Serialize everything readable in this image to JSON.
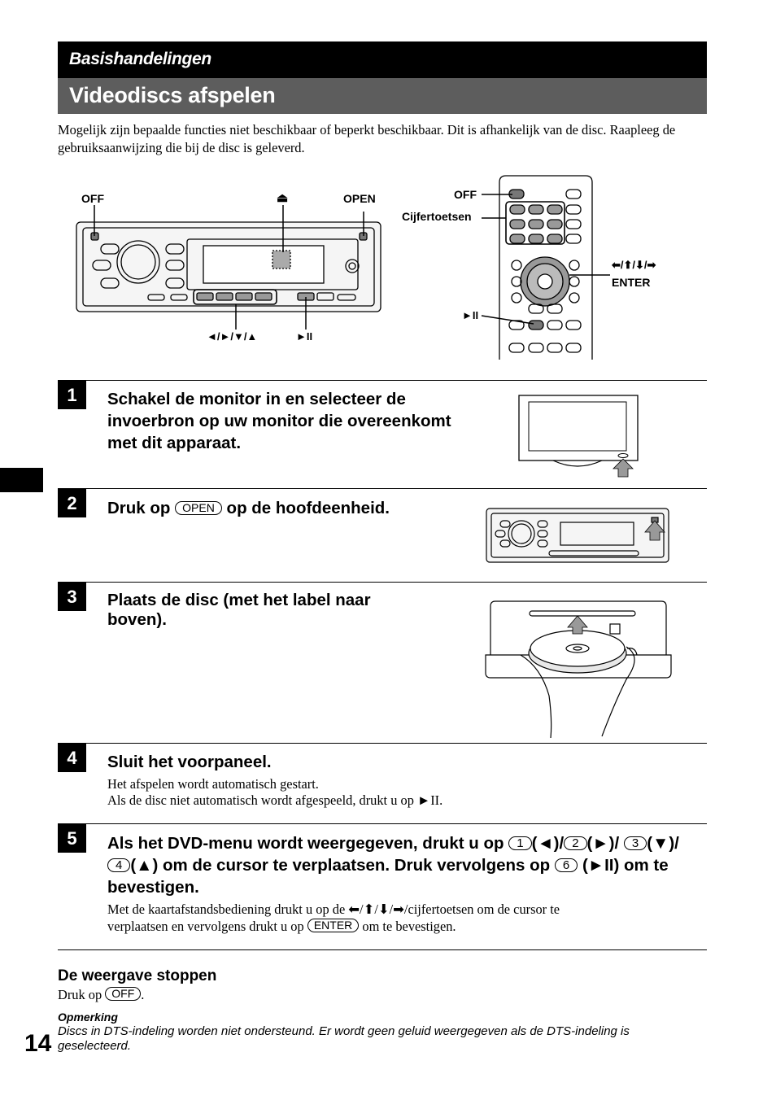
{
  "header": {
    "section": "Basishandelingen",
    "title": "Videodiscs afspelen"
  },
  "intro": "Mogelijk zijn bepaalde functies niet beschikbaar of beperkt beschikbaar. Dit is afhankelijk van de disc. Raapleeg de gebruiksaanwijzing die bij de disc is geleverd.",
  "diagram": {
    "unit_labels": {
      "off": "OFF",
      "eject": "⏏",
      "open": "OPEN",
      "arrows": "◄/►/▼/▲",
      "play_pause": "►II"
    },
    "remote_labels": {
      "off": "OFF",
      "number_keys": "Cijfertoetsen",
      "arrows": "⬅/⬆/⬇/➡",
      "enter": "ENTER",
      "play_pause": "►II"
    }
  },
  "steps": [
    {
      "num": "1",
      "title": "Schakel de monitor in en selecteer de invoerbron op uw monitor die overeenkomt met dit apparaat."
    },
    {
      "num": "2",
      "title_before": "Druk op",
      "key": "OPEN",
      "title_after": "op de hoofdeenheid."
    },
    {
      "num": "3",
      "title": "Plaats de disc (met het label naar boven)."
    },
    {
      "num": "4",
      "title": "Sluit het voorpaneel.",
      "body_line1": "Het afspelen wordt automatisch gestart.",
      "body_line2": "Als de disc niet automatisch wordt afgespeeld, drukt u op ►II."
    },
    {
      "num": "5",
      "title_a": "Als het DVD-menu wordt weergegeven, drukt u op",
      "k1": "1",
      "s1": "(◄)/",
      "k2": "2",
      "s2": "(►)/",
      "k3": "3",
      "s3": "(▼)/",
      "k4": "4",
      "s4": "(▲) om de cursor te verplaatsen. Druk vervolgens op",
      "k6": "6",
      "s6": "(►II) om te bevestigen.",
      "body_a": "Met de kaartafstandsbediening drukt u op de ⬅/⬆/⬇/➡/cijfertoetsen om de cursor te",
      "body_b": "verplaatsen en vervolgens drukt u op",
      "body_key": "ENTER",
      "body_c": "om te bevestigen."
    }
  ],
  "stop": {
    "heading": "De weergave stoppen",
    "text_before": "Druk op",
    "key": "OFF",
    "text_after": "."
  },
  "note": {
    "heading": "Opmerking",
    "text": "Discs in DTS-indeling worden niet ondersteund. Er wordt geen geluid weergegeven als de DTS-indeling is geselecteerd."
  },
  "page_number": "14"
}
